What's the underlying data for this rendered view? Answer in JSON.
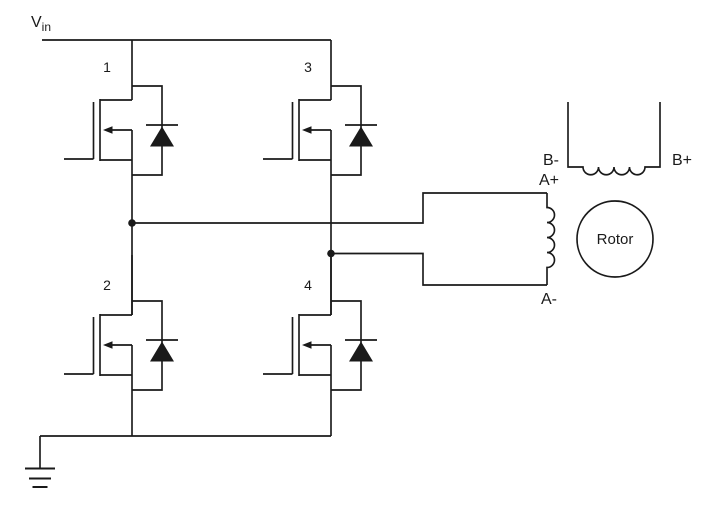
{
  "colors": {
    "line": "#1a1a1a",
    "text": "#1a1a1a",
    "background": "#ffffff"
  },
  "supply": {
    "label_main": "V",
    "label_sub": "in"
  },
  "transistors": [
    {
      "label": "1"
    },
    {
      "label": "2"
    },
    {
      "label": "3"
    },
    {
      "label": "4"
    }
  ],
  "motor": {
    "phase_a_top": "A+",
    "phase_a_bottom": "A-",
    "phase_b_left": "B-",
    "phase_b_right": "B+",
    "rotor": "Rotor"
  }
}
